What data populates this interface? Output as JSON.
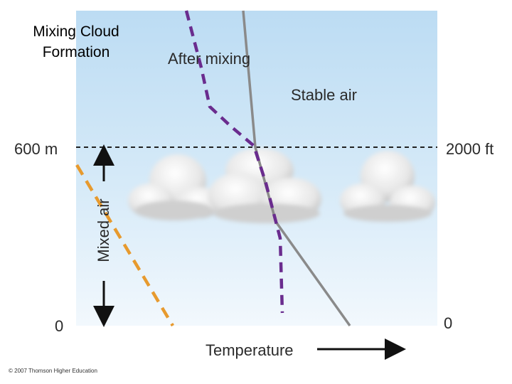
{
  "title_lines": [
    "Mixing Cloud",
    "Formation"
  ],
  "labels": {
    "after_mixing": "After mixing",
    "stable_air": "Stable air",
    "mixed_air": "Mixed air",
    "temperature": "Temperature",
    "height_m": "600 m",
    "height_ft": "2000 ft",
    "zero_left": "0",
    "zero_right": "0",
    "copyright": "© 2007 Thomson Higher Education"
  },
  "colors": {
    "sky_top": "#bcdcf3",
    "sky_bottom": "#f2f8fd",
    "after_mixing_line": "#6a2c8e",
    "original_profile": "#e79a2e",
    "environment_profile": "#8a8a8a",
    "inversion_line": "#222222"
  }
}
